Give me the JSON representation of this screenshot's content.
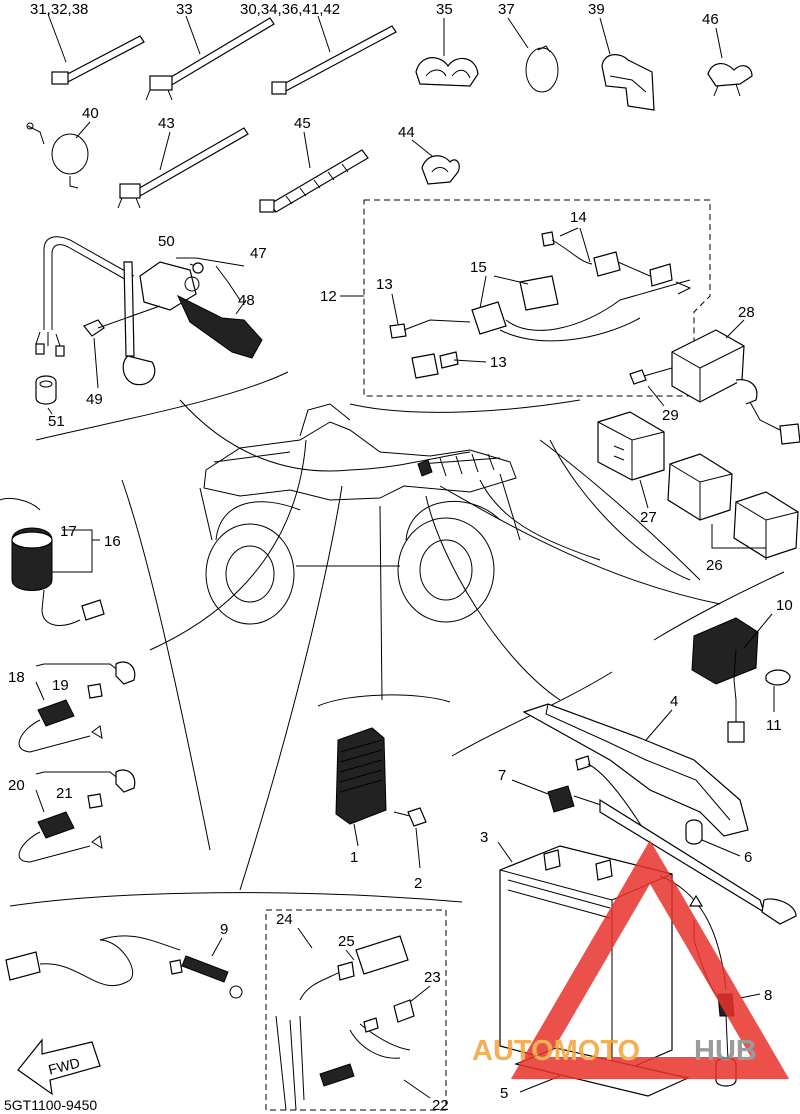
{
  "diagram": {
    "drawing_code": "5GT1100-9450",
    "front_arrow_label": "FWD",
    "watermark": {
      "part1": "AUTOMOTO",
      "part2": "HUB",
      "color1": "#f2a33a",
      "color2": "#8a8a8a",
      "logo_color": "#e8332a"
    },
    "labels": [
      {
        "id": "l-31-32-38",
        "text": "31,32,38"
      },
      {
        "id": "l-33",
        "text": "33"
      },
      {
        "id": "l-30-34-36-41-42",
        "text": "30,34,36,41,42"
      },
      {
        "id": "l-35",
        "text": "35"
      },
      {
        "id": "l-37",
        "text": "37"
      },
      {
        "id": "l-39",
        "text": "39"
      },
      {
        "id": "l-46",
        "text": "46"
      },
      {
        "id": "l-40",
        "text": "40"
      },
      {
        "id": "l-43",
        "text": "43"
      },
      {
        "id": "l-45",
        "text": "45"
      },
      {
        "id": "l-44",
        "text": "44"
      },
      {
        "id": "l-14",
        "text": "14"
      },
      {
        "id": "l-15",
        "text": "15"
      },
      {
        "id": "l-13a",
        "text": "13"
      },
      {
        "id": "l-12",
        "text": "12"
      },
      {
        "id": "l-13b",
        "text": "13"
      },
      {
        "id": "l-50",
        "text": "50"
      },
      {
        "id": "l-47",
        "text": "47"
      },
      {
        "id": "l-48",
        "text": "48"
      },
      {
        "id": "l-49",
        "text": "49"
      },
      {
        "id": "l-51",
        "text": "51"
      },
      {
        "id": "l-28",
        "text": "28"
      },
      {
        "id": "l-29",
        "text": "29"
      },
      {
        "id": "l-27",
        "text": "27"
      },
      {
        "id": "l-26",
        "text": "26"
      },
      {
        "id": "l-17",
        "text": "17"
      },
      {
        "id": "l-16",
        "text": "16"
      },
      {
        "id": "l-18",
        "text": "18"
      },
      {
        "id": "l-19",
        "text": "19"
      },
      {
        "id": "l-20",
        "text": "20"
      },
      {
        "id": "l-21",
        "text": "21"
      },
      {
        "id": "l-10",
        "text": "10"
      },
      {
        "id": "l-11",
        "text": "11"
      },
      {
        "id": "l-4",
        "text": "4"
      },
      {
        "id": "l-7",
        "text": "7"
      },
      {
        "id": "l-1",
        "text": "1"
      },
      {
        "id": "l-2",
        "text": "2"
      },
      {
        "id": "l-3",
        "text": "3"
      },
      {
        "id": "l-6",
        "text": "6"
      },
      {
        "id": "l-9",
        "text": "9"
      },
      {
        "id": "l-24",
        "text": "24"
      },
      {
        "id": "l-25",
        "text": "25"
      },
      {
        "id": "l-23",
        "text": "23"
      },
      {
        "id": "l-8",
        "text": "8"
      },
      {
        "id": "l-22",
        "text": "22"
      },
      {
        "id": "l-5",
        "text": "5"
      }
    ]
  }
}
